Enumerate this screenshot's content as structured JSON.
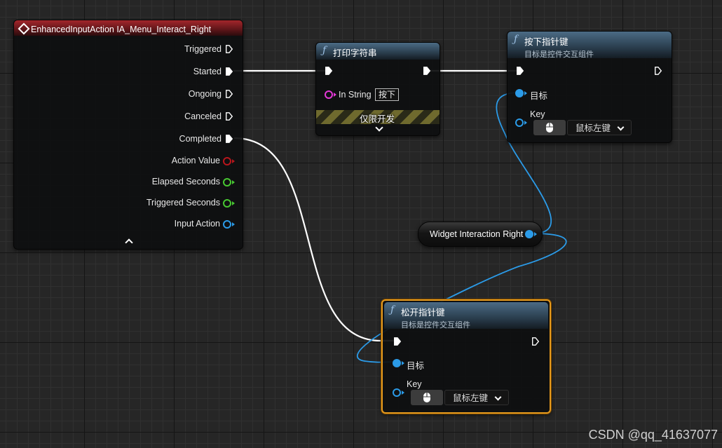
{
  "event_node": {
    "title": "EnhancedInputAction IA_Menu_Interact_Right",
    "pins": [
      {
        "label": "Triggered"
      },
      {
        "label": "Started"
      },
      {
        "label": "Ongoing"
      },
      {
        "label": "Canceled"
      },
      {
        "label": "Completed"
      },
      {
        "label": "Action Value"
      },
      {
        "label": "Elapsed Seconds"
      },
      {
        "label": "Triggered Seconds"
      },
      {
        "label": "Input Action"
      }
    ],
    "header_color": "#8e1f24"
  },
  "print_node": {
    "title": "打印字符串",
    "in_string_label": "In String",
    "in_string_value": "按下",
    "dev_only_label": "仅限开发"
  },
  "press_node": {
    "title": "按下指针键",
    "subtitle": "目标是控件交互组件",
    "target_label": "目标",
    "key_label": "Key",
    "key_value": "鼠标左键"
  },
  "variable_node": {
    "label": "Widget Interaction Right"
  },
  "release_node": {
    "title": "松开指针键",
    "subtitle": "目标是控件交互组件",
    "target_label": "目标",
    "key_label": "Key",
    "key_value": "鼠标左键",
    "selected_border_color": "#e69a1e"
  },
  "watermark": "CSDN @qq_41637077",
  "colors": {
    "exec": "#ffffff",
    "object_pin": "#2b9be8",
    "string_pin": "#e438d8",
    "struct_pin": "#b8161c",
    "float_pin": "#48c832"
  }
}
